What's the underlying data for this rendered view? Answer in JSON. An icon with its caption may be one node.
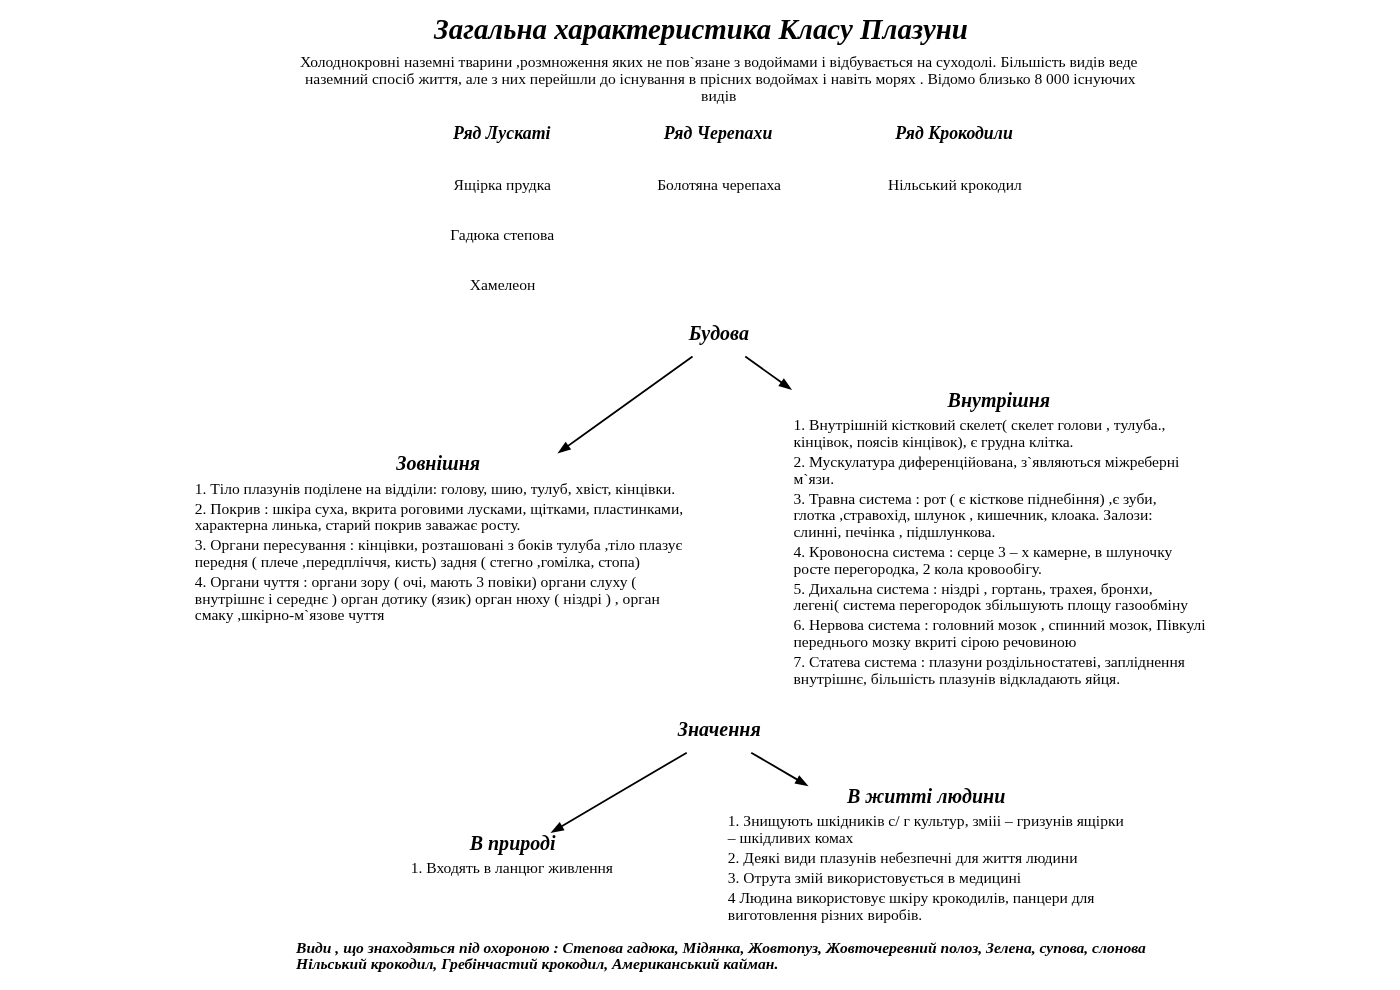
{
  "diagram": {
    "title": "Загальна характеристика Класу Плазуни",
    "nodes": [
      {
        "text": [
          "Будова"
        ]
      },
      {
        "text": [
          "Зовнішня",
          "1. Тіло плазунів поділене на відділи: голову, шию, тулуб, хвіст, кінцівки.",
          "2. Покрив : шкіра суха, вкрита роговими лусками, щітками, пластинками, характерна линька, старий покрив заважає росту.",
          "3. Органи пересування : кінцівки, розташовані з боків тулуба ,тіло плазує передня ( плече ,передпліччя, кисть) задня ( стегно ,гомілка, стопа)",
          "4. Органи чуття : органи зору ( очі, мають 3 повіки) органи слуху ( внутрішнє і середнє ) орган дотику (язик) орган нюху ( ніздрі ) , орган смаку ,шкірно-м`язове чуття"
        ]
      },
      {
        "text": [
          "Внутрішня",
          "1. Внутрішній кістковий скелет( скелет голови , тулуба., кінцівок, поясів кінцівок), є грудна клітка.",
          "2. Мускулатура диференційована, з`являються міжреберні м`язи.",
          "3. Травна система : рот ( є кісткове піднебіння) ,є зуби, глотка ,стравохід, шлунок , кишечник, клоака. Залози: слинні, печінка , підшлункова.",
          "4. Кровоносна система : серце 3 – х камерне, в шлуночку росте перегородка, 2 кола кровообігу.",
          "5. Дихальна система : ніздрі , гортань, трахея, бронхи, легені( система перегородок збільшують площу газообміну",
          "6. Нервова система : головний мозок , спинний мозок, Півкулі переднього мозку вкриті сірою речовиною",
          "7. Статева система : плазуни роздільностатеві, запліднення внутрішнє, більшість плазунів відкладають яйця."
        ]
      },
      {
        "text": [
          "Значення"
        ]
      },
      {
        "text": [
          "В природі",
          "1. Входять в ланцюг живлення"
        ]
      },
      {
        "text": [
          "В житті людини",
          "1. Знищують шкідників с/ г культур, змііі – гризунів ящірки – шкідливих комах",
          "2. Деякі види плазунів небезпечні для життя людини",
          "3. Отрута змій використовується в медицині",
          "4 Людина використовує шкіру крокодилів, панцери для виготовлення різних виробів."
        ]
      }
    ],
    "edges": [
      {
        "from": 0,
        "to": 1,
        "arrow": "to"
      },
      {
        "from": 0,
        "to": 2,
        "arrow": "to"
      },
      {
        "from": 3,
        "to": 4,
        "arrow": "to"
      },
      {
        "from": 3,
        "to": 5,
        "arrow": "to"
      }
    ],
    "labels": [
      "Холоднокровні наземні тварини ,розмноження яких не пов`язане з водоймами і відбувається на суходолі. Більшість видів веде наземний спосіб життя, але з них перейшли до існування в прісних водоймах і навіть морях . Відомо близько 8 000 існуючих видів",
      "Ряд Лускаті",
      "Ящірка прудка",
      "Гадюка степова",
      "Хамелеон",
      "Ряд Черепахи",
      "Болотяна черепаха",
      "Ряд Крокодили",
      "Нільський крокодил",
      "Види , що знаходяться під охороною : Степова гадюка, Мідянка, Жовтопуз, Жовточеревний полоз, Зелена, супова, слонова Нільський крокодил, Гребінчастий крокодил, Американський кайман."
    ]
  }
}
